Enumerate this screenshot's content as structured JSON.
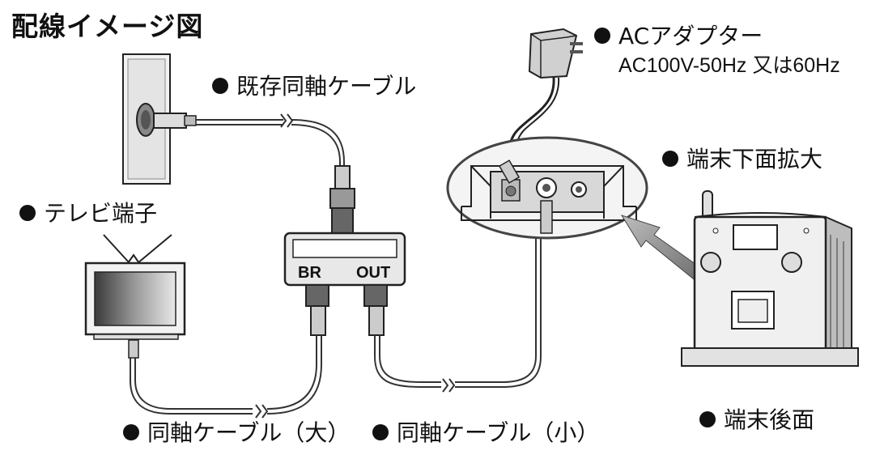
{
  "title": "配線イメージ図",
  "labels": {
    "existing_cable": "既存同軸ケーブル",
    "tv_terminal": "テレビ端子",
    "ac_adapter": "ACアダプター",
    "ac_spec": "AC100V-50Hz 又は60Hz",
    "terminal_bottom": "端末下面拡大",
    "cable_large": "同軸ケーブル（大）",
    "cable_small": "同軸ケーブル（小）",
    "terminal_back": "端末後面"
  },
  "splitter": {
    "port_left": "BR",
    "port_right": "OUT"
  }
}
